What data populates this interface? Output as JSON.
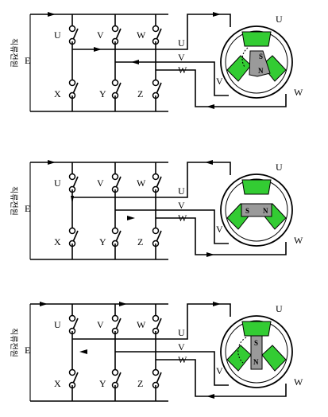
{
  "panels": [
    {
      "supply_label": "직류전원",
      "voltage_label": "E",
      "switch_top_labels": [
        "U",
        "V",
        "W"
      ],
      "switch_bottom_labels": [
        "X",
        "Y",
        "Z"
      ],
      "terminal_labels": [
        "U",
        "V",
        "W"
      ],
      "stator_labels": [
        "U",
        "V",
        "W"
      ],
      "rotor_labels": [
        "S",
        "N"
      ]
    },
    {
      "supply_label": "직류전원",
      "voltage_label": "E",
      "switch_top_labels": [
        "U",
        "V",
        "W"
      ],
      "switch_bottom_labels": [
        "X",
        "Y",
        "Z"
      ],
      "terminal_labels": [
        "U",
        "V",
        "W"
      ],
      "stator_labels": [
        "U",
        "V",
        "W"
      ],
      "rotor_labels": [
        "S",
        "N"
      ]
    },
    {
      "supply_label": "직류전원",
      "voltage_label": "E",
      "switch_top_labels": [
        "U",
        "V",
        "W"
      ],
      "switch_bottom_labels": [
        "X",
        "Y",
        "Z"
      ],
      "terminal_labels": [
        "U",
        "V",
        "W"
      ],
      "stator_labels": [
        "U",
        "V",
        "W"
      ],
      "rotor_labels": [
        "S",
        "N"
      ]
    }
  ],
  "colors": {
    "winding_green": "#33cc33",
    "rotor_gray": "#9a9a9a",
    "line": "#000000"
  }
}
